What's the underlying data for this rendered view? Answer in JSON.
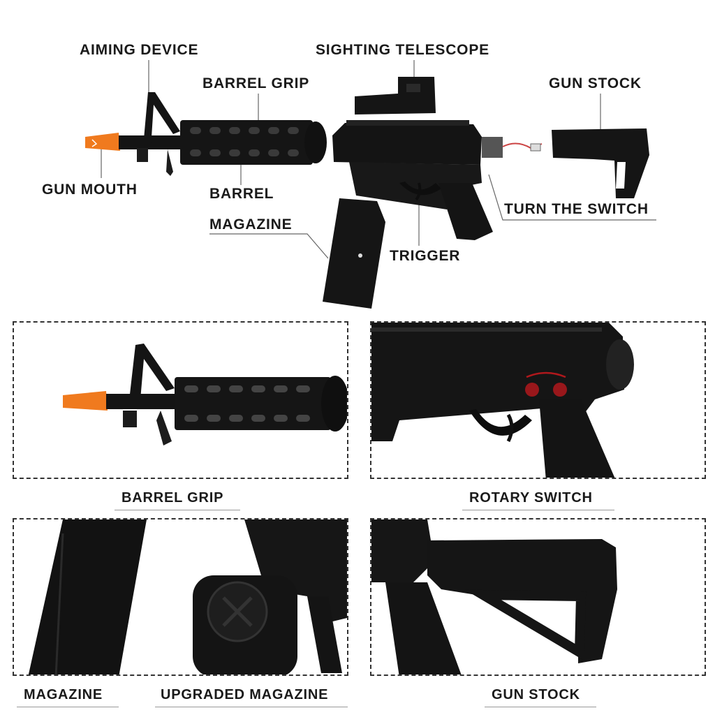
{
  "diagram": {
    "labels": {
      "aiming_device": "AIMING DEVICE",
      "sighting_telescope": "SIGHTING TELESCOPE",
      "barrel_grip": "BARREL GRIP",
      "gun_stock": "GUN STOCK",
      "gun_mouth": "GUN MOUTH",
      "barrel": "BARREL",
      "turn_the_switch": "TURN THE SWITCH",
      "magazine": "MAGAZINE",
      "trigger": "TRIGGER"
    }
  },
  "panels": {
    "barrel_grip_caption": "BARREL GRIP",
    "rotary_switch_caption": "ROTARY SWITCH",
    "magazine_caption": "MAGAZINE",
    "upgraded_magazine_caption": "UPGRADED MAGAZINE",
    "gun_stock_caption": "GUN STOCK"
  },
  "colors": {
    "body": "#141414",
    "tip": "#f07a1e",
    "switch_mark": "#b0181c"
  }
}
